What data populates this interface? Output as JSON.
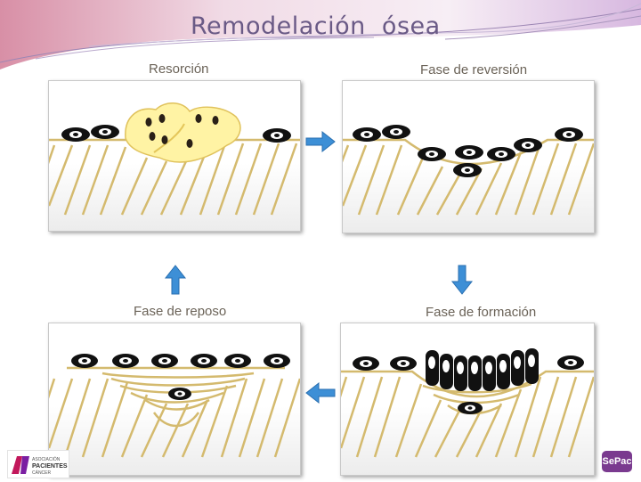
{
  "title": "Remodelación  ósea",
  "phases": {
    "resorption": "Resorción",
    "reversal": "Fase de reversión",
    "rest": "Fase de reposo",
    "formation": "Fase de formación"
  },
  "logos": {
    "left_line1": "ASOCIACIÓN",
    "left_line2": "PACIENTES",
    "left_line3": "CÁNCER",
    "right": "SePac"
  },
  "colors": {
    "bone_line": "#d9c27a",
    "osteoclast": "#fff1a0",
    "arrow": "#3d8fd6",
    "title": "#6a5a86",
    "banner": "#c9a9d4"
  }
}
